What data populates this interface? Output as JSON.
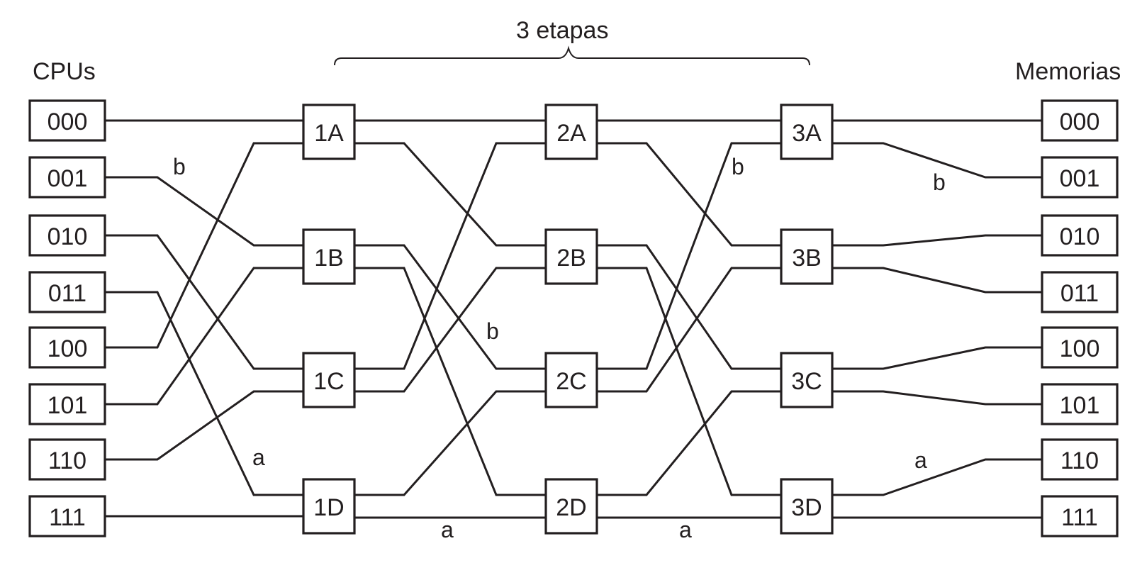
{
  "headers": {
    "stages_label": "3 etapas",
    "cpus_label": "CPUs",
    "memories_label": "Memorias"
  },
  "cpus": [
    "000",
    "001",
    "010",
    "011",
    "100",
    "101",
    "110",
    "111"
  ],
  "memories": [
    "000",
    "001",
    "010",
    "011",
    "100",
    "101",
    "110",
    "111"
  ],
  "switches": {
    "stage1": [
      "1A",
      "1B",
      "1C",
      "1D"
    ],
    "stage2": [
      "2A",
      "2B",
      "2C",
      "2D"
    ],
    "stage3": [
      "3A",
      "3B",
      "3C",
      "3D"
    ]
  },
  "paths": {
    "a": {
      "label": "a",
      "description": "CPU 011 -> 1D -> 2D -> 3D -> Memoria 110",
      "tags": [
        "a",
        "a",
        "a",
        "a"
      ]
    },
    "b": {
      "label": "b",
      "description": "CPU 001 -> 1B -> 2C -> 3A -> Memoria 001",
      "tags": [
        "b",
        "b",
        "b",
        "b"
      ]
    }
  }
}
